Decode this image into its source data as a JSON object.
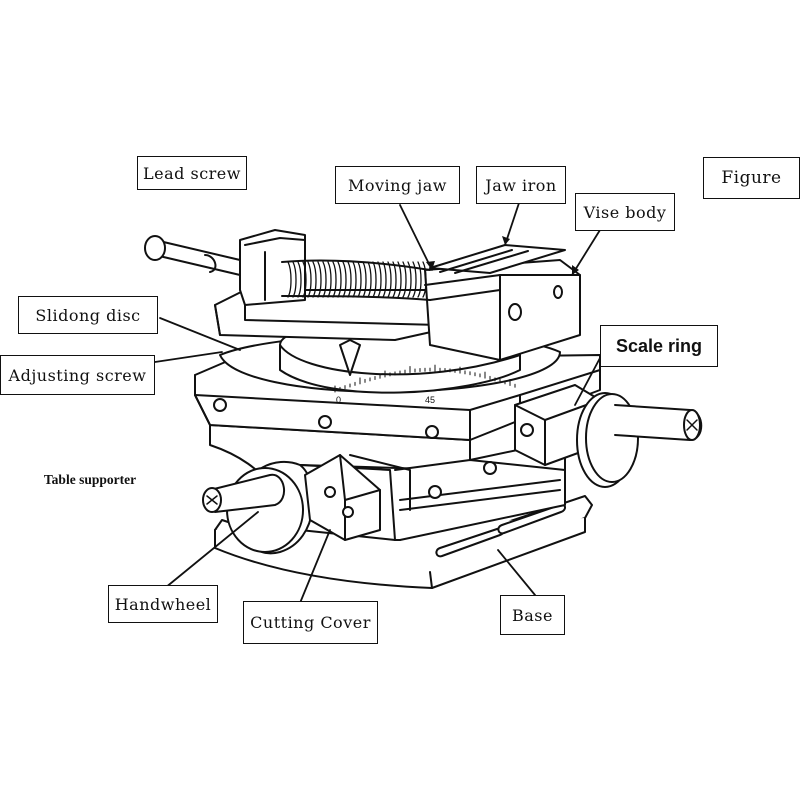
{
  "labels": {
    "lead_screw": "Lead screw",
    "moving_jaw": "Moving jaw",
    "jaw_iron": "Jaw iron",
    "figure": "Figure",
    "vise_body": "Vise body",
    "slidong_disc": "Slidong disc",
    "scale_ring": "Scale ring",
    "adjusting_screw": "Adjusting screw",
    "table_supporter": "Table supporter",
    "handwheel": "Handwheel",
    "cutting_cover": "Cutting Cover",
    "base": "Base"
  },
  "scale_marks": {
    "zero": "0",
    "forty_five": "45"
  },
  "colors": {
    "line": "#111111",
    "background": "#ffffff",
    "panel_fill": "#ffffff"
  }
}
